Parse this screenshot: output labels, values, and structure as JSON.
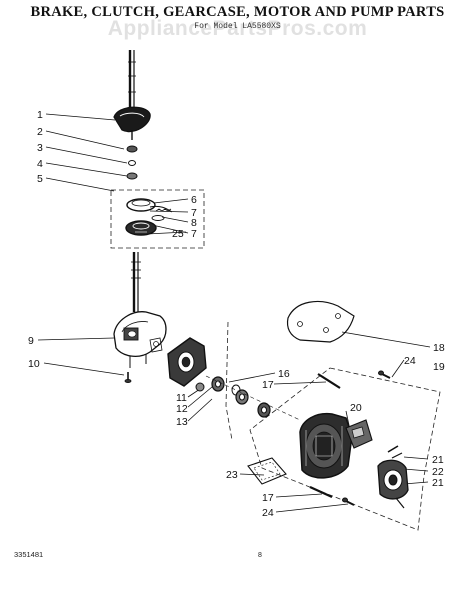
{
  "title": "BRAKE, CLUTCH, GEARCASE, MOTOR AND PUMP PARTS",
  "subtitle": "For Model LA5580XS",
  "watermark": "AppliancePartsPros.com",
  "footer": {
    "code": "3351481",
    "page": "8"
  },
  "callouts": {
    "c1": "1",
    "c2": "2",
    "c3": "3",
    "c4": "4",
    "c5": "5",
    "c6": "6",
    "c7a": "7",
    "c8": "8",
    "c7b": "7",
    "c25": "25",
    "c9": "9",
    "c10": "10",
    "c11": "11",
    "c12": "12",
    "c13": "13",
    "c16": "16",
    "c17a": "17",
    "c18": "18",
    "c24a": "24",
    "c19": "19",
    "c20": "20",
    "c21a": "21",
    "c22": "22",
    "c21b": "21",
    "c23": "23",
    "c17b": "17",
    "c24b": "24"
  }
}
